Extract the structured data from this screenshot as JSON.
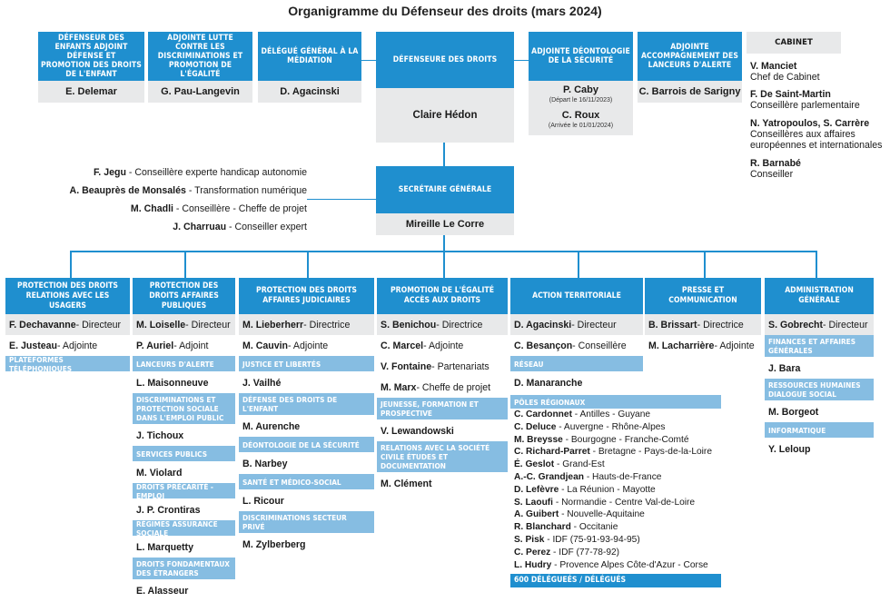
{
  "title": "Organigramme du Défenseur des droits (mars 2024)",
  "top_boxes": [
    {
      "header": "Défenseur des enfants adjoint défense et promotion des droits de l'enfant",
      "name": "E. Delemar"
    },
    {
      "header": "Adjointe lutte contre les discriminations et promotion de l'égalité",
      "name": "G. Pau-Langevin"
    },
    {
      "header": "Délégué général à la médiation",
      "name": "D. Agacinski"
    },
    {
      "header": "Défenseure des droits",
      "name": "Claire Hédon"
    },
    {
      "header": "Adjointe déontologie de la sécurité",
      "name1": "P. Caby",
      "note1": "(Départ le 16/11/2023)",
      "name2": "C. Roux",
      "note2": "(Arrivée le 01/01/2024)"
    },
    {
      "header": "Adjointe accompagnement des lanceurs d'alerte",
      "name": "C. Barrois de Sarigny"
    }
  ],
  "cabinet": {
    "header": "Cabinet",
    "members": [
      {
        "name": "V. Manciet",
        "role": "Chef de Cabinet"
      },
      {
        "name": "F. De Saint-Martin",
        "role": "Conseillère parlementaire"
      },
      {
        "name": "N. Yatropoulos, S. Carrère",
        "role": "Conseillères aux affaires européennes et internationales"
      },
      {
        "name": "R. Barnabé",
        "role": "Conseiller"
      }
    ]
  },
  "secretariat": {
    "header": "Secrétaire générale",
    "name": "Mireille Le Corre"
  },
  "advisors": [
    {
      "name": "F. Jegu",
      "role": "Conseillère experte handicap autonomie"
    },
    {
      "name": "A. Beauprès de Monsalés",
      "role": "Transformation numérique"
    },
    {
      "name": "M. Chadli",
      "role": "Conseillère - Cheffe de projet"
    },
    {
      "name": "J. Charruau",
      "role": "Conseiller expert"
    }
  ],
  "columns": [
    {
      "header": "Protection des droits relations avec les usagers",
      "items": [
        {
          "t": "p",
          "name": "F. Dechavanne",
          "role": "Directeur"
        },
        {
          "t": "p",
          "name": "E. Justeau",
          "role": "Adjointe"
        },
        {
          "t": "s",
          "label": "Plateformes téléphoniques"
        }
      ]
    },
    {
      "header": "Protection des droits affaires publiques",
      "items": [
        {
          "t": "p",
          "name": "M. Loiselle",
          "role": "Directeur"
        },
        {
          "t": "p",
          "name": "P. Auriel",
          "role": "Adjoint"
        },
        {
          "t": "s",
          "label": "Lanceurs d'alerte"
        },
        {
          "t": "p",
          "name": "L. Maisonneuve",
          "role": ""
        },
        {
          "t": "s",
          "label": "Discriminations et protection sociale dans l'emploi public"
        },
        {
          "t": "p",
          "name": "J. Tichoux",
          "role": ""
        },
        {
          "t": "s",
          "label": "Services publics"
        },
        {
          "t": "p",
          "name": "M. Violard",
          "role": ""
        },
        {
          "t": "s",
          "label": "Droits précarité - emploi"
        },
        {
          "t": "p",
          "name": "J. P. Crontiras",
          "role": ""
        },
        {
          "t": "s",
          "label": "Régimes assurance sociale"
        },
        {
          "t": "p",
          "name": "L. Marquetty",
          "role": ""
        },
        {
          "t": "s",
          "label": "Droits fondamentaux des étrangers"
        },
        {
          "t": "p",
          "name": "E. Alasseur",
          "role": ""
        }
      ]
    },
    {
      "header": "Protection des droits affaires judiciaires",
      "items": [
        {
          "t": "p",
          "name": "M. Lieberherr",
          "role": "Directrice"
        },
        {
          "t": "p",
          "name": "M. Cauvin",
          "role": "Adjointe"
        },
        {
          "t": "s",
          "label": "Justice et libertés"
        },
        {
          "t": "p",
          "name": "J. Vailhé",
          "role": ""
        },
        {
          "t": "s",
          "label": "Défense des droits de l'enfant"
        },
        {
          "t": "p",
          "name": "M. Aurenche",
          "role": ""
        },
        {
          "t": "s",
          "label": "Déontologie de la sécurité"
        },
        {
          "t": "p",
          "name": "B. Narbey",
          "role": ""
        },
        {
          "t": "s",
          "label": "Santé et médico-social"
        },
        {
          "t": "p",
          "name": "L. Ricour",
          "role": ""
        },
        {
          "t": "s",
          "label": "Discriminations secteur privé"
        },
        {
          "t": "p",
          "name": "M. Zylberberg",
          "role": ""
        }
      ]
    },
    {
      "header": "Promotion de l'égalité accès aux droits",
      "items": [
        {
          "t": "p",
          "name": "S. Benichou",
          "role": "Directrice"
        },
        {
          "t": "p",
          "name": "C. Marcel",
          "role": "Adjointe"
        },
        {
          "t": "p",
          "name": "V. Fontaine",
          "role": "Partenariats"
        },
        {
          "t": "p",
          "name": "M. Marx",
          "role": "Cheffe de projet"
        },
        {
          "t": "s",
          "label": "Jeunesse, formation et prospective"
        },
        {
          "t": "p",
          "name": "V. Lewandowski",
          "role": ""
        },
        {
          "t": "s",
          "label": "Relations avec la société civile études et documentation"
        },
        {
          "t": "p",
          "name": "M. Clément",
          "role": ""
        }
      ]
    },
    {
      "header": "Action territoriale",
      "items": [
        {
          "t": "p",
          "name": "D. Agacinski",
          "role": "Directeur"
        },
        {
          "t": "p",
          "name": "C. Besançon",
          "role": "Conseillère"
        },
        {
          "t": "s",
          "label": "Réseau"
        },
        {
          "t": "p",
          "name": "D. Manaranche",
          "role": ""
        }
      ],
      "regions_header": "Pôles régionaux",
      "regions": [
        {
          "name": "C. Cardonnet",
          "area": "Antilles - Guyane"
        },
        {
          "name": "C. Deluce",
          "area": "Auvergne - Rhône-Alpes"
        },
        {
          "name": "M. Breysse",
          "area": "Bourgogne - Franche-Comté"
        },
        {
          "name": "C. Richard-Parret",
          "area": "Bretagne - Pays-de-la-Loire"
        },
        {
          "name": "É. Geslot",
          "area": "Grand-Est"
        },
        {
          "name": "A.-C. Grandjean",
          "area": "Hauts-de-France"
        },
        {
          "name": "D. Lefèvre",
          "area": "La Réunion - Mayotte"
        },
        {
          "name": "S. Laoufi",
          "area": "Normandie - Centre Val-de-Loire"
        },
        {
          "name": "A. Guibert",
          "area": "Nouvelle-Aquitaine"
        },
        {
          "name": "R. Blanchard",
          "area": "Occitanie"
        },
        {
          "name": "S. Pisk",
          "area": "IDF (75-91-93-94-95)"
        },
        {
          "name": "C. Perez",
          "area": "IDF (77-78-92)"
        },
        {
          "name": "L. Hudry",
          "area": "Provence Alpes Côte-d'Azur - Corse"
        }
      ],
      "delegates": "600 délégueés / délégués"
    },
    {
      "header": "Presse et communication",
      "items": [
        {
          "t": "p",
          "name": "B. Brissart",
          "role": "Directrice"
        },
        {
          "t": "p",
          "name": "M. Lacharrière",
          "role": "Adjointe"
        }
      ]
    },
    {
      "header": "Administration générale",
      "items": [
        {
          "t": "p",
          "name": "S. Gobrecht",
          "role": "Directeur"
        },
        {
          "t": "s",
          "label": "Finances et affaires générales"
        },
        {
          "t": "p",
          "name": "J. Bara",
          "role": ""
        },
        {
          "t": "s",
          "label": "Ressources humaines dialogue social"
        },
        {
          "t": "p",
          "name": "M. Borgeot",
          "role": ""
        },
        {
          "t": "s",
          "label": "Informatique"
        },
        {
          "t": "p",
          "name": "Y. Leloup",
          "role": ""
        }
      ]
    }
  ]
}
